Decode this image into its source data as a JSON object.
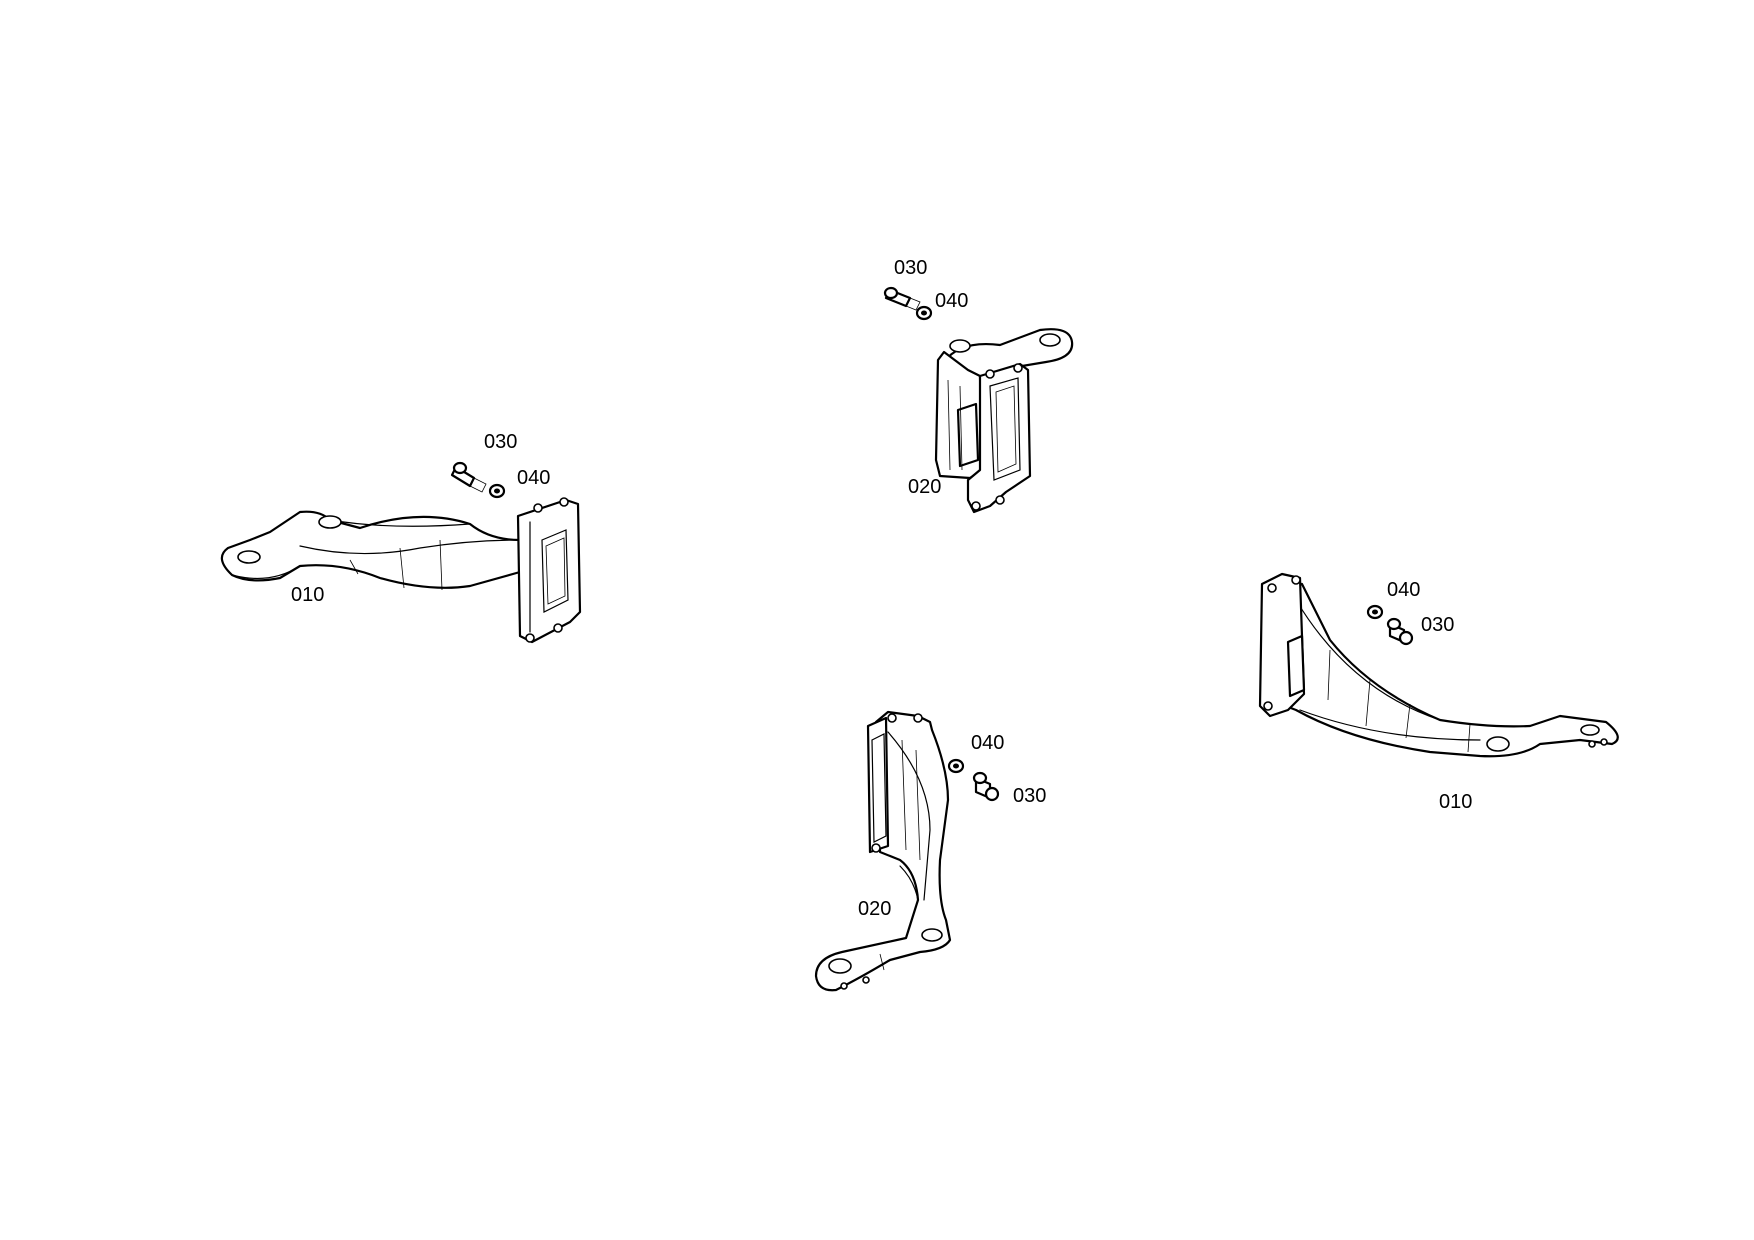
{
  "callouts": {
    "a": "030",
    "b": "040",
    "c": "010",
    "d": "030",
    "e": "040",
    "f": "020",
    "g": "040",
    "h": "030",
    "i": "010",
    "j": "040",
    "k": "030",
    "l": "020"
  }
}
